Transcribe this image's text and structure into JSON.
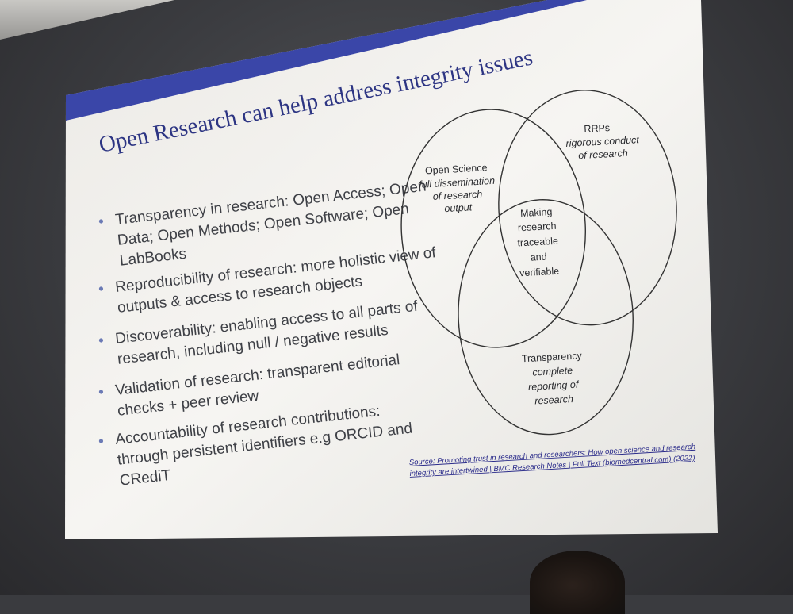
{
  "slide": {
    "title": "Open Research can help address integrity issues",
    "bullets": [
      {
        "lines": [
          "Transparency in research: Open Access; Open",
          "Data; Open Methods; Open Software; Open",
          "LabBooks"
        ]
      },
      {
        "lines": [
          "Reproducibility of research: more holistic view of",
          "outputs & access to research objects"
        ]
      },
      {
        "lines": [
          "Discoverability: enabling access to all parts of",
          "research, including null / negative results"
        ]
      },
      {
        "lines": [
          "Validation of research: transparent editorial",
          "checks + peer review"
        ]
      },
      {
        "lines": [
          "Accountability of research contributions:",
          "through persistent identifiers e.g ORCID and",
          "CRediT"
        ]
      }
    ],
    "venn": {
      "open_science": {
        "title": "Open Science",
        "sub": [
          "full dissemination",
          "of research",
          "output"
        ]
      },
      "rrps": {
        "title": "RRPs",
        "sub": [
          "rigorous conduct",
          "of research"
        ]
      },
      "transparency": {
        "title": "Transparency",
        "sub": [
          "complete",
          "reporting of",
          "research"
        ]
      },
      "center": [
        "Making",
        "research",
        "traceable",
        "and",
        "verifiable"
      ]
    },
    "source": {
      "line1": "Source: Promoting trust in research and researchers: How open science and research",
      "line2": "integrity are intertwined | BMC Research Notes | Full Text (biomedcentral.com) (2022)"
    },
    "colors": {
      "accent": "#3a46a8",
      "title": "#2d3583",
      "slide_bg": "#f2f1ee"
    }
  }
}
